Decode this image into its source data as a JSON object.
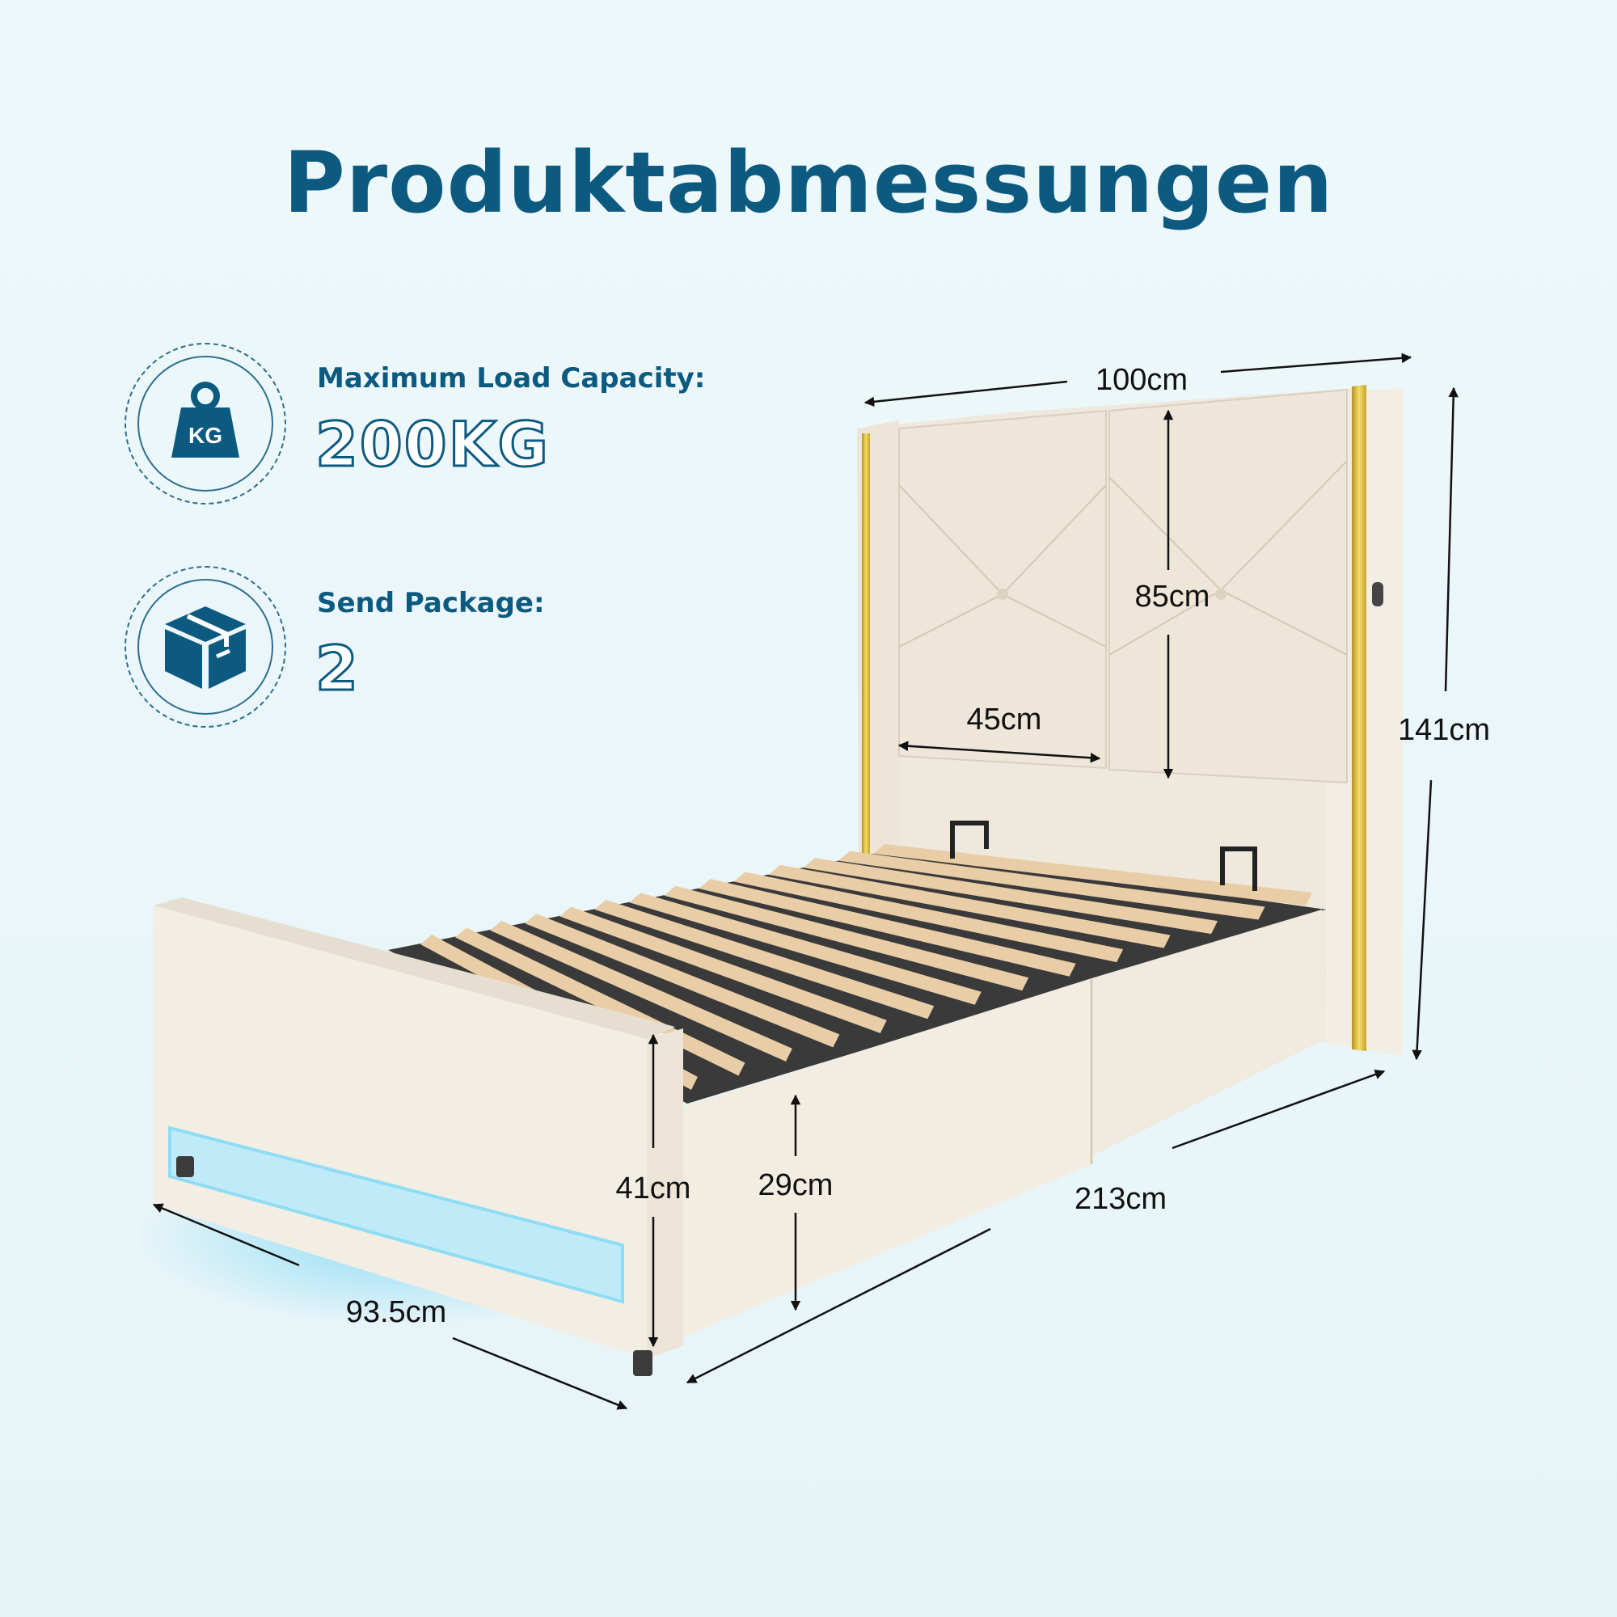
{
  "title": "Produktabmessungen",
  "features": [
    {
      "label": "Maximum Load Capacity:",
      "value": "200KG",
      "icon": "weight-kg-icon",
      "icon_text": "KG"
    },
    {
      "label": "Send Package:",
      "value": "2",
      "icon": "package-box-icon"
    }
  ],
  "dimensions": {
    "headboard_width": "100cm",
    "headboard_height": "85cm",
    "panel_width": "45cm",
    "total_height": "141cm",
    "footboard_height": "41cm",
    "side_rail_height": "29cm",
    "length": "213cm",
    "footboard_width": "93.5cm"
  },
  "colors": {
    "accent": "#0d5a80",
    "background": "#eaf6f9",
    "upholstery": "#f1ebdf",
    "gold_trim": "#e2c043",
    "slat": "#e8cda7",
    "led_glow": "#7fd8f5"
  }
}
